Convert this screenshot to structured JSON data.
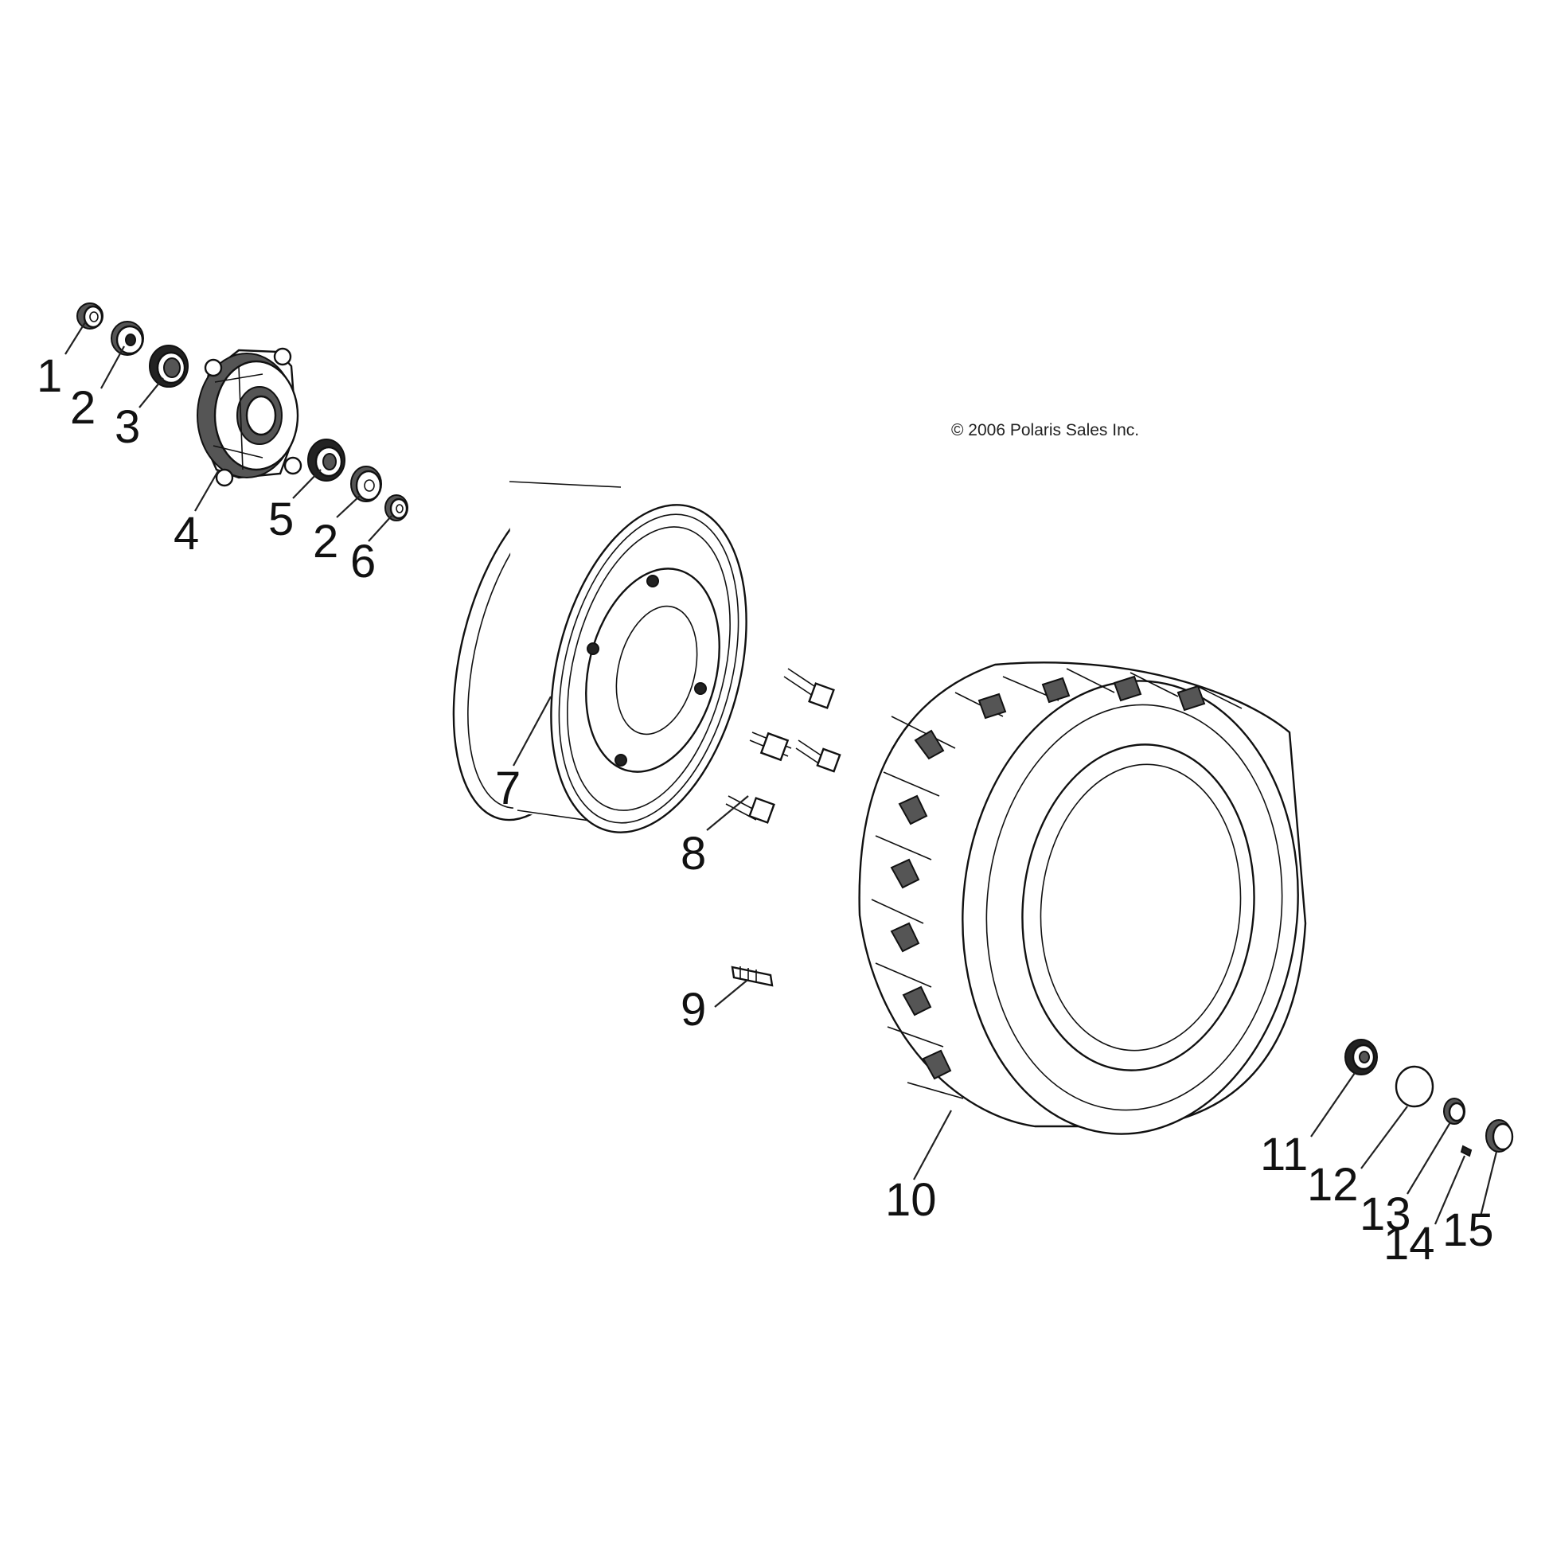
{
  "copyright": "© 2006 Polaris Sales Inc.",
  "callouts": [
    {
      "id": "c1",
      "label": "1"
    },
    {
      "id": "c2a",
      "label": "2"
    },
    {
      "id": "c3",
      "label": "3"
    },
    {
      "id": "c4",
      "label": "4"
    },
    {
      "id": "c5",
      "label": "5"
    },
    {
      "id": "c2b",
      "label": "2"
    },
    {
      "id": "c6",
      "label": "6"
    },
    {
      "id": "c7",
      "label": "7"
    },
    {
      "id": "c8",
      "label": "8"
    },
    {
      "id": "c9",
      "label": "9"
    },
    {
      "id": "c10",
      "label": "10"
    },
    {
      "id": "c11",
      "label": "11"
    },
    {
      "id": "c12",
      "label": "12"
    },
    {
      "id": "c13",
      "label": "13"
    },
    {
      "id": "c14",
      "label": "14"
    },
    {
      "id": "c15",
      "label": "15"
    }
  ]
}
